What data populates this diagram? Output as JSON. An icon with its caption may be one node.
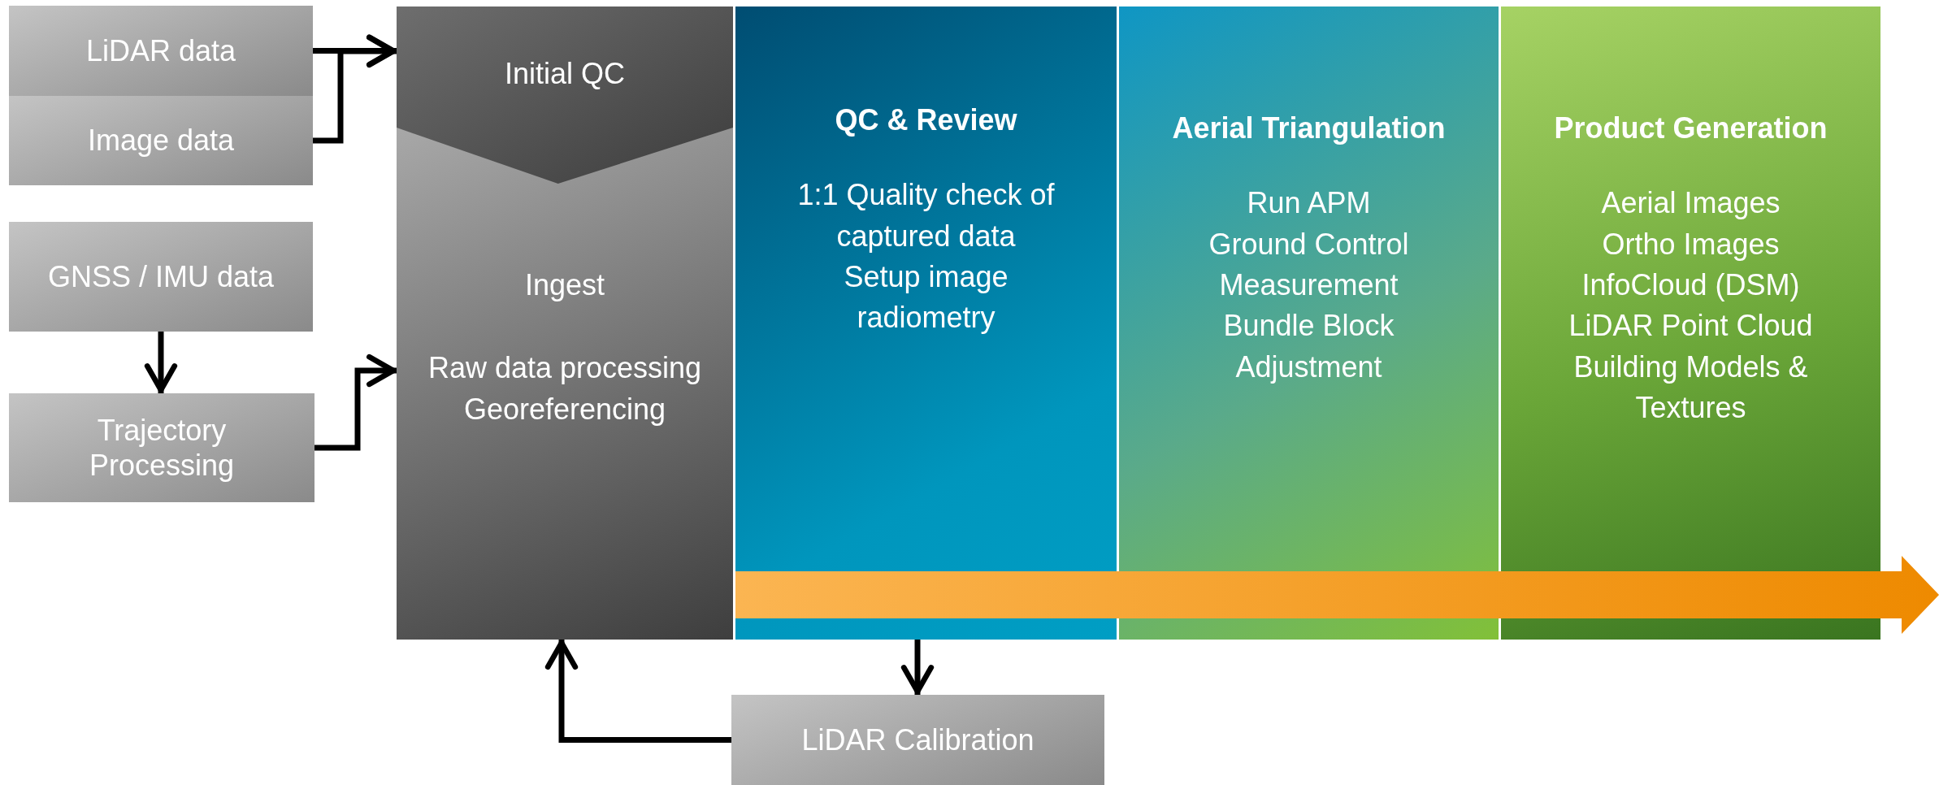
{
  "diagram": {
    "nodes": [
      {
        "text": [
          "LiDAR data"
        ]
      },
      {
        "text": [
          "Image data"
        ]
      },
      {
        "text": [
          "GNSS / IMU data"
        ]
      },
      {
        "text": [
          "Trajectory Processing"
        ]
      },
      {
        "text": [
          "Ingest",
          "Raw data processing",
          "Georeferencing"
        ]
      },
      {
        "text": [
          "Initial QC"
        ],
        "in": 4
      },
      {
        "text": [
          "QC & Review",
          "1:1 Quality check of captured data",
          "Setup image radiometry"
        ]
      },
      {
        "text": [
          "Aerial Triangulation",
          "Run APM",
          "Ground Control Measurement",
          "Bundle Block Adjustment"
        ]
      },
      {
        "text": [
          "Product Generation",
          "Aerial Images",
          "Ortho Images",
          "InfoCloud (DSM)",
          "LiDAR Point Cloud",
          "Building Models & Textures"
        ]
      },
      {
        "text": [
          "LiDAR Calibration"
        ]
      }
    ],
    "edges": [
      {
        "from": 0,
        "to": 5,
        "arrow": "to"
      },
      {
        "from": 1,
        "to": 5,
        "arrow": "to"
      },
      {
        "from": 2,
        "to": 3,
        "arrow": "to"
      },
      {
        "from": 3,
        "to": 4,
        "arrow": "to"
      },
      {
        "from": 6,
        "to": 9,
        "arrow": "to"
      },
      {
        "from": 9,
        "to": 4,
        "arrow": "to"
      }
    ]
  }
}
